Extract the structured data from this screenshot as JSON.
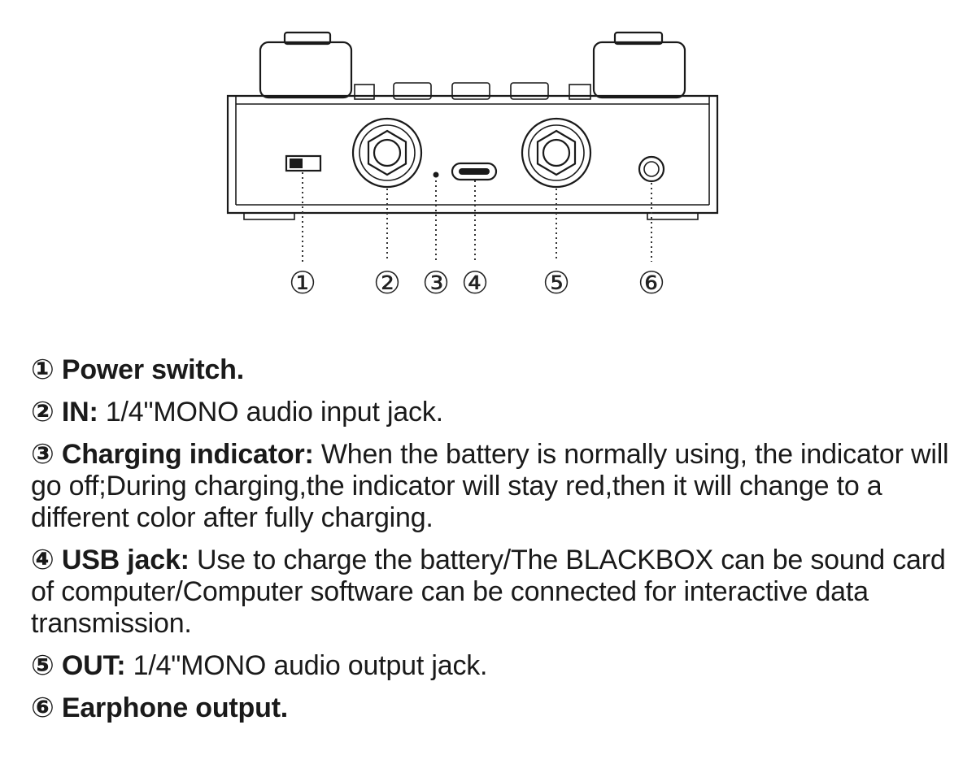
{
  "callouts": [
    "①",
    "②",
    "③",
    "④",
    "⑤",
    "⑥"
  ],
  "legend": [
    {
      "num": "①",
      "label": "Power switch.",
      "desc": ""
    },
    {
      "num": "②",
      "label": "IN:",
      "desc": "1/4\"MONO audio input jack."
    },
    {
      "num": "③",
      "label": "Charging indicator:",
      "desc": "When the battery is normally using, the indicator will go off;During charging,the indicator will stay red,then it will change to a different color after fully charging."
    },
    {
      "num": "④",
      "label": "USB jack:",
      "desc": "Use to charge the battery/The BLACKBOX can be sound card of computer/Computer software can be connected for interactive data transmission."
    },
    {
      "num": "⑤",
      "label": "OUT:",
      "desc": "1/4\"MONO audio output jack."
    },
    {
      "num": "⑥",
      "label": "Earphone output.",
      "desc": ""
    }
  ]
}
